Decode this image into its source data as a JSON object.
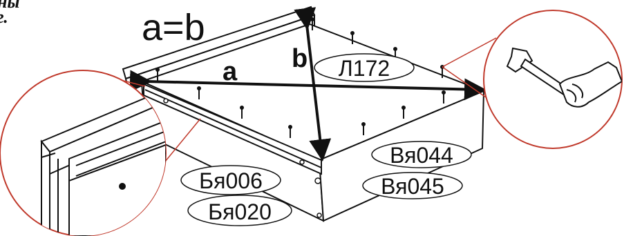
{
  "corner_text": [
    "ны",
    "г."
  ],
  "equation": "a=b",
  "diagonal_labels": {
    "a": "a",
    "b": "b"
  },
  "part_labels": {
    "top_panel": "Л172",
    "side_upper": "Вя044",
    "side_lower": "Вя045",
    "front_upper": "Бя006",
    "front_lower": "Бя020"
  },
  "colors": {
    "line": "#111111",
    "callout": "#c0392b",
    "background": "#ffffff"
  },
  "icons": [
    "hammer-icon",
    "nail-icon"
  ]
}
